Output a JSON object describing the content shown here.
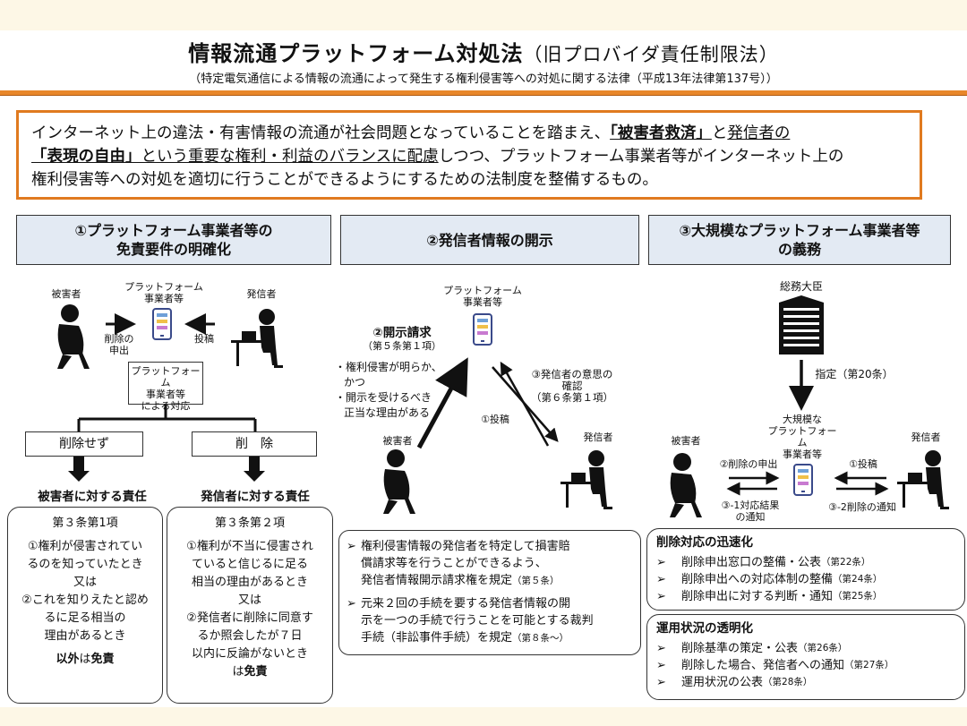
{
  "header": {
    "title_main": "情報流通プラットフォーム対処法",
    "title_sub": "（旧プロバイダ責任制限法）",
    "subtitle": "（特定電気通信による情報の流通によって発生する権利侵害等への対処に関する法律（平成13年法律第137号））"
  },
  "summary": {
    "p1": "インターネット上の違法・有害情報の流通が社会問題となっていることを踏まえ、",
    "h1": "「被害者救済」",
    "p2": "と",
    "u1": "発信者の",
    "h2": "「表現の自由」",
    "u2": "という重要な権利・利益のバランスに配慮",
    "p3": "しつつ、プラットフォーム事業者等がインターネット上の",
    "p4": "権利侵害等への対処を適切に行うことができるようにするための法制度を整備するもの。"
  },
  "sec1": {
    "head1": "①プラットフォーム事業者等の",
    "head2": "免責要件の明確化",
    "victim": "被害者",
    "platform1": "プラットフォーム",
    "platform2": "事業者等",
    "sender": "発信者",
    "delete_req1": "削除の",
    "delete_req2": "申出",
    "post": "投稿",
    "resp1": "プラットフォーム",
    "resp2": "事業者等",
    "resp3": "による対応",
    "branch_left": "削除せず",
    "branch_right": "削　除",
    "resp_left": "被害者に対する責任",
    "resp_right": "発信者に対する責任",
    "left_article": "第３条第1項",
    "left_l1": "①権利が侵害されてい",
    "left_l2": "るのを知っていたとき",
    "left_l3": "又は",
    "left_l4": "②これを知りえたと認め",
    "left_l5": "るに足る相当の",
    "left_l6": "理由があるとき",
    "left_l7a": "以外",
    "left_l7b": "は",
    "left_l7c": "免責",
    "right_article": "第３条第２項",
    "right_l1": "①権利が不当に侵害され",
    "right_l2": "ていると信じるに足る",
    "right_l3": "相当の理由があるとき",
    "right_l4": "又は",
    "right_l5": "②発信者に削除に同意す",
    "right_l6": "るか照会したが７日",
    "right_l7": "以内に反論がないとき",
    "right_l8a": "は",
    "right_l8b": "免責"
  },
  "sec2": {
    "head": "②発信者情報の開示",
    "platform1": "プラットフォーム",
    "platform2": "事業者等",
    "request": "②開示請求",
    "request_art": "（第５条第１項）",
    "cond1": "・権利侵害が明らか、",
    "cond2": "かつ",
    "cond3": "・開示を受けるべき",
    "cond4": "正当な理由がある",
    "confirm1": "③発信者の意思の",
    "confirm2": "確認",
    "confirm3": "（第６条第１項）",
    "post": "①投稿",
    "victim": "被害者",
    "sender": "発信者",
    "b1a": "権利侵害情報の発信者を特定して損害賠",
    "b1b": "償請求等を行うことができるよう、",
    "b1c": "発信者情報開示請求権を規定",
    "b1d": "（第５条）",
    "b2a": "元来２回の手続を要する発信者情報の開",
    "b2b": "示を一つの手続で行うことを可能とする裁判",
    "b2c": "手続（非訟事件手続）を規定",
    "b2d": "（第８条～）"
  },
  "sec3": {
    "head1": "③大規模なプラットフォーム事業者等",
    "head2": "の義務",
    "minister": "総務大臣",
    "designate": "指定（第20条）",
    "large1": "大規模な",
    "large2": "プラットフォーム",
    "large3": "事業者等",
    "victim": "被害者",
    "sender": "発信者",
    "del_req": "②削除の申出",
    "post": "①投稿",
    "res1": "③-1対応結果",
    "res2": "の通知",
    "res3": "③-2削除の通知",
    "box1_title": "削除対応の迅速化",
    "box1_items": [
      {
        "t": "削除申出窓口の整備・公表",
        "a": "（第22条）"
      },
      {
        "t": "削除申出への対応体制の整備",
        "a": "（第24条）"
      },
      {
        "t": "削除申出に対する判断・通知",
        "a": "（第25条）"
      }
    ],
    "box2_title": "運用状況の透明化",
    "box2_items": [
      {
        "t": "削除基準の策定・公表",
        "a": "（第26条）"
      },
      {
        "t": "削除した場合、発信者への通知",
        "a": "（第27条）"
      },
      {
        "t": "運用状況の公表",
        "a": "（第28条）"
      }
    ]
  }
}
